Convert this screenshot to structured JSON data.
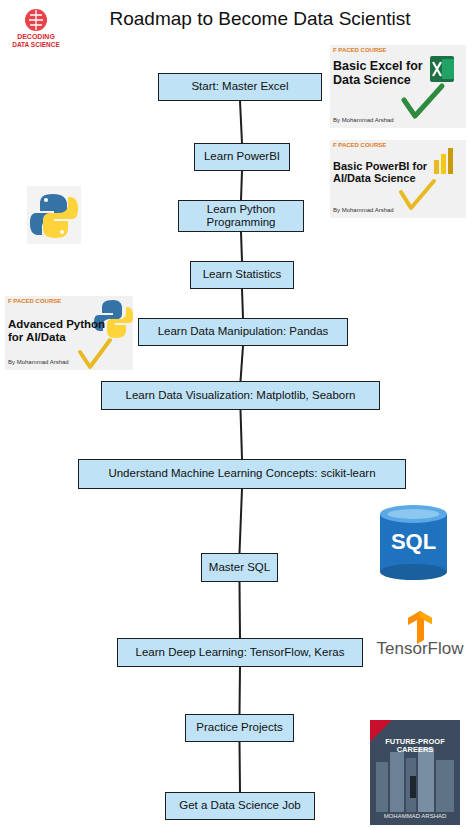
{
  "diagram": {
    "title": "Roadmap to Become Data Scientist",
    "nodes": [
      {
        "text": [
          "Start: Master Excel"
        ]
      },
      {
        "text": [
          "Learn PowerBI"
        ]
      },
      {
        "text": [
          "Learn Python Programming"
        ]
      },
      {
        "text": [
          "Learn Statistics"
        ]
      },
      {
        "text": [
          "Learn Data Manipulation: Pandas"
        ]
      },
      {
        "text": [
          "Learn Data Visualization: Matplotlib, Seaborn"
        ]
      },
      {
        "text": [
          "Understand Machine Learning Concepts: scikit-learn"
        ]
      },
      {
        "text": [
          "Master SQL"
        ]
      },
      {
        "text": [
          "Learn Deep Learning: TensorFlow, Keras"
        ]
      },
      {
        "text": [
          "Practice Projects"
        ]
      },
      {
        "text": [
          "Get a Data Science Job"
        ]
      }
    ],
    "edges": [
      {
        "from": 0,
        "to": 1,
        "arrow": "none"
      },
      {
        "from": 1,
        "to": 2,
        "arrow": "none"
      },
      {
        "from": 2,
        "to": 3,
        "arrow": "none"
      },
      {
        "from": 3,
        "to": 4,
        "arrow": "none"
      },
      {
        "from": 4,
        "to": 5,
        "arrow": "none"
      },
      {
        "from": 5,
        "to": 6,
        "arrow": "none"
      },
      {
        "from": 6,
        "to": 7,
        "arrow": "none"
      },
      {
        "from": 7,
        "to": 8,
        "arrow": "none"
      },
      {
        "from": 8,
        "to": 9,
        "arrow": "none"
      },
      {
        "from": 9,
        "to": 10,
        "arrow": "none"
      }
    ],
    "labels": [
      "DECODING",
      "DATA SCIENCE",
      "F PACED COURSE",
      "Basic Excel for Data Science",
      "By Mohammad Arshad",
      "F PACED COURSE",
      "Basic PowerBI for AI/Data Science",
      "By Mohammad Arshad",
      "F PACED COURSE",
      "Advanced Python for AI/Data",
      "By Mohammad Arshad",
      "SQL",
      "TensorFlow",
      "FUTURE-PROOF CAREERS",
      "MOHAMMAD ARSHAD"
    ]
  }
}
